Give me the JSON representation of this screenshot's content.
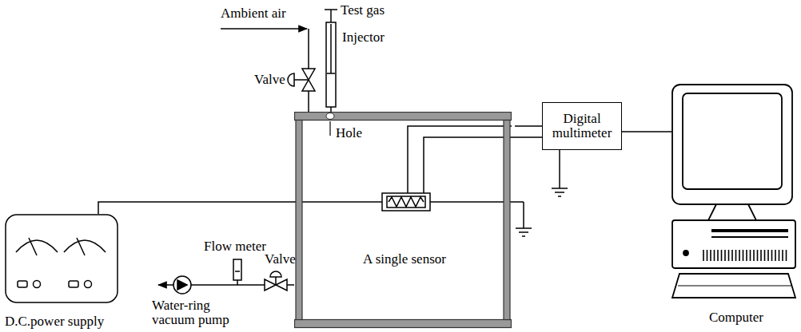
{
  "diagram": {
    "nodes": [
      {
        "text": [
          "Digital multimeter"
        ]
      },
      {
        "text": [
          "A single sensor"
        ]
      },
      {
        "text": [
          "D.C.power supply"
        ]
      },
      {
        "text": [
          "Computer"
        ]
      }
    ],
    "edges": [
      {
        "from": 2,
        "to": 1,
        "arrow": "none"
      },
      {
        "from": 1,
        "to": 0,
        "arrow": "none"
      },
      {
        "from": 0,
        "to": 3,
        "arrow": "none"
      }
    ],
    "labels": [
      "Ambient air",
      "Test gas",
      "Injector",
      "Valve",
      "Hole",
      "Flow meter",
      "Valve",
      "Water-ring vacuum pump"
    ]
  }
}
